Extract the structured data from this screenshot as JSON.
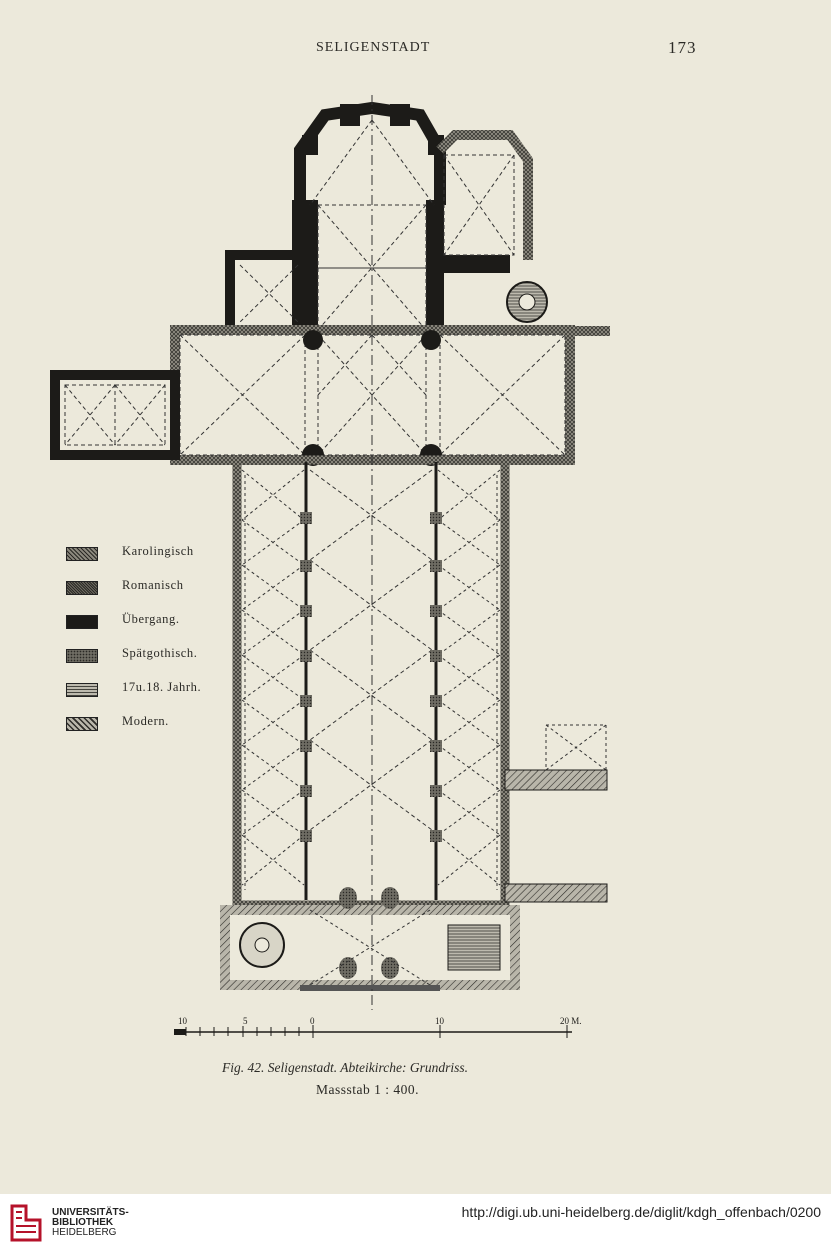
{
  "header": {
    "running_title": "SELIGENSTADT",
    "page_number": "173"
  },
  "legend": {
    "items": [
      {
        "label": "Karolingisch",
        "pattern": "fine-crosshatch"
      },
      {
        "label": "Romanisch",
        "pattern": "dense-crosshatch"
      },
      {
        "label": "Übergang.",
        "pattern": "solid-black"
      },
      {
        "label": "Spätgothisch.",
        "pattern": "dark-stipple"
      },
      {
        "label": "17u.18. Jahrh.",
        "pattern": "horizontal-hatch"
      },
      {
        "label": "Modern.",
        "pattern": "diagonal-hatch"
      }
    ]
  },
  "scale_bar": {
    "labels": [
      "10",
      "5",
      "0",
      "10",
      "20 M."
    ]
  },
  "caption": {
    "line1": "Fig. 42.   Seligenstadt.  Abteikirche:  Grundriss.",
    "line2": "Massstab  1 : 400."
  },
  "footer": {
    "library_line1": "UNIVERSITÄTS-",
    "library_line2": "BIBLIOTHEK",
    "library_line3": "HEIDELBERG",
    "url": "http://digi.ub.uni-heidelberg.de/diglit/kdgh_offenbach/0200"
  },
  "colors": {
    "paper": "#ece9db",
    "ink": "#1c1b18",
    "footer_bg": "#ffffff",
    "logo_red": "#b5122a"
  }
}
